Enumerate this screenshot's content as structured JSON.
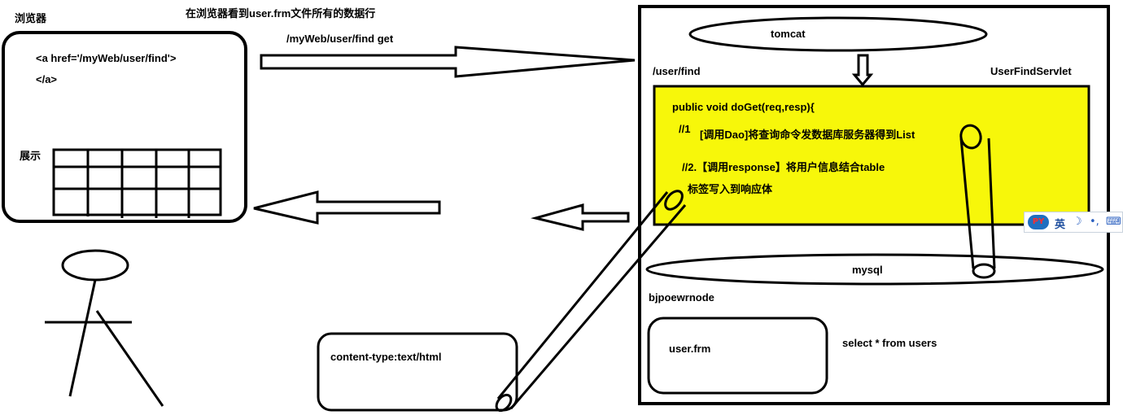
{
  "title": "在浏览器看到user.frm文件所有的数据行",
  "browser": {
    "label": "浏览器",
    "link_open": "<a href='/myWeb/user/find'>",
    "link_close": "</a>",
    "table_label": "展示"
  },
  "request": {
    "label": "/myWeb/user/find  get"
  },
  "server": {
    "name": "tomcat",
    "url_pattern": "/user/find",
    "servlet_name": "UserFindServlet",
    "database_ellipse": "mysql",
    "database_name": "bjpoewrnode",
    "table_file": "user.frm",
    "sql": "select  * from users"
  },
  "code": {
    "signature": "public void doGet(req,resp){",
    "step1_num": "//1",
    "step1_text": "[调用Dao]将查询命令发数据库服务器得到List",
    "step2_line1": "//2.【调用response】将用户信息结合table",
    "step2_line2": "标签写入到响应体",
    "highlight_color": "#f7f70a"
  },
  "response": {
    "content_type": "content-type:text/html"
  },
  "ime": {
    "logo": "PY",
    "lang": "英",
    "moon_icon": "crescent-moon",
    "punct": "•,",
    "keyboard_icon": "keyboard"
  }
}
